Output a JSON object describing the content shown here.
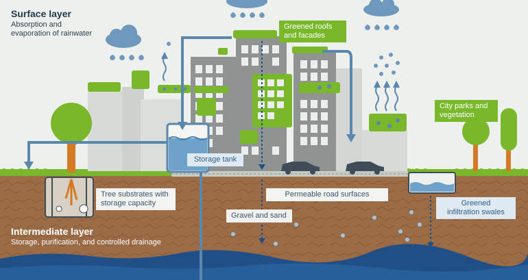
{
  "surface_layer": {
    "title": "Surface layer",
    "subtitle_line1": "Absorption and",
    "subtitle_line2": "evaporation of rainwater"
  },
  "intermediate_layer": {
    "title": "Intermediate layer",
    "subtitle": "Storage, purification, and controlled drainage"
  },
  "labels": {
    "greened_roofs_line1": "Greened roofs",
    "greened_roofs_line2": "and facades",
    "city_parks_line1": "City parks and",
    "city_parks_line2": "vegetation",
    "storage_tank": "Storage tank",
    "tree_substrates_line1": "Tree substrates with",
    "tree_substrates_line2": "storage capacity",
    "permeable_road": "Permeable road surfaces",
    "gravel_sand": "Gravel and sand",
    "infiltration_line1": "Greened",
    "infiltration_line2": "infiltration swales"
  },
  "colors": {
    "background": "#eef0ee",
    "green": "#78b82a",
    "soil": "#9a6b45",
    "water": "#1f4f86",
    "arrow_blue": "#5b87ad",
    "building_gray": "#8f9391"
  }
}
